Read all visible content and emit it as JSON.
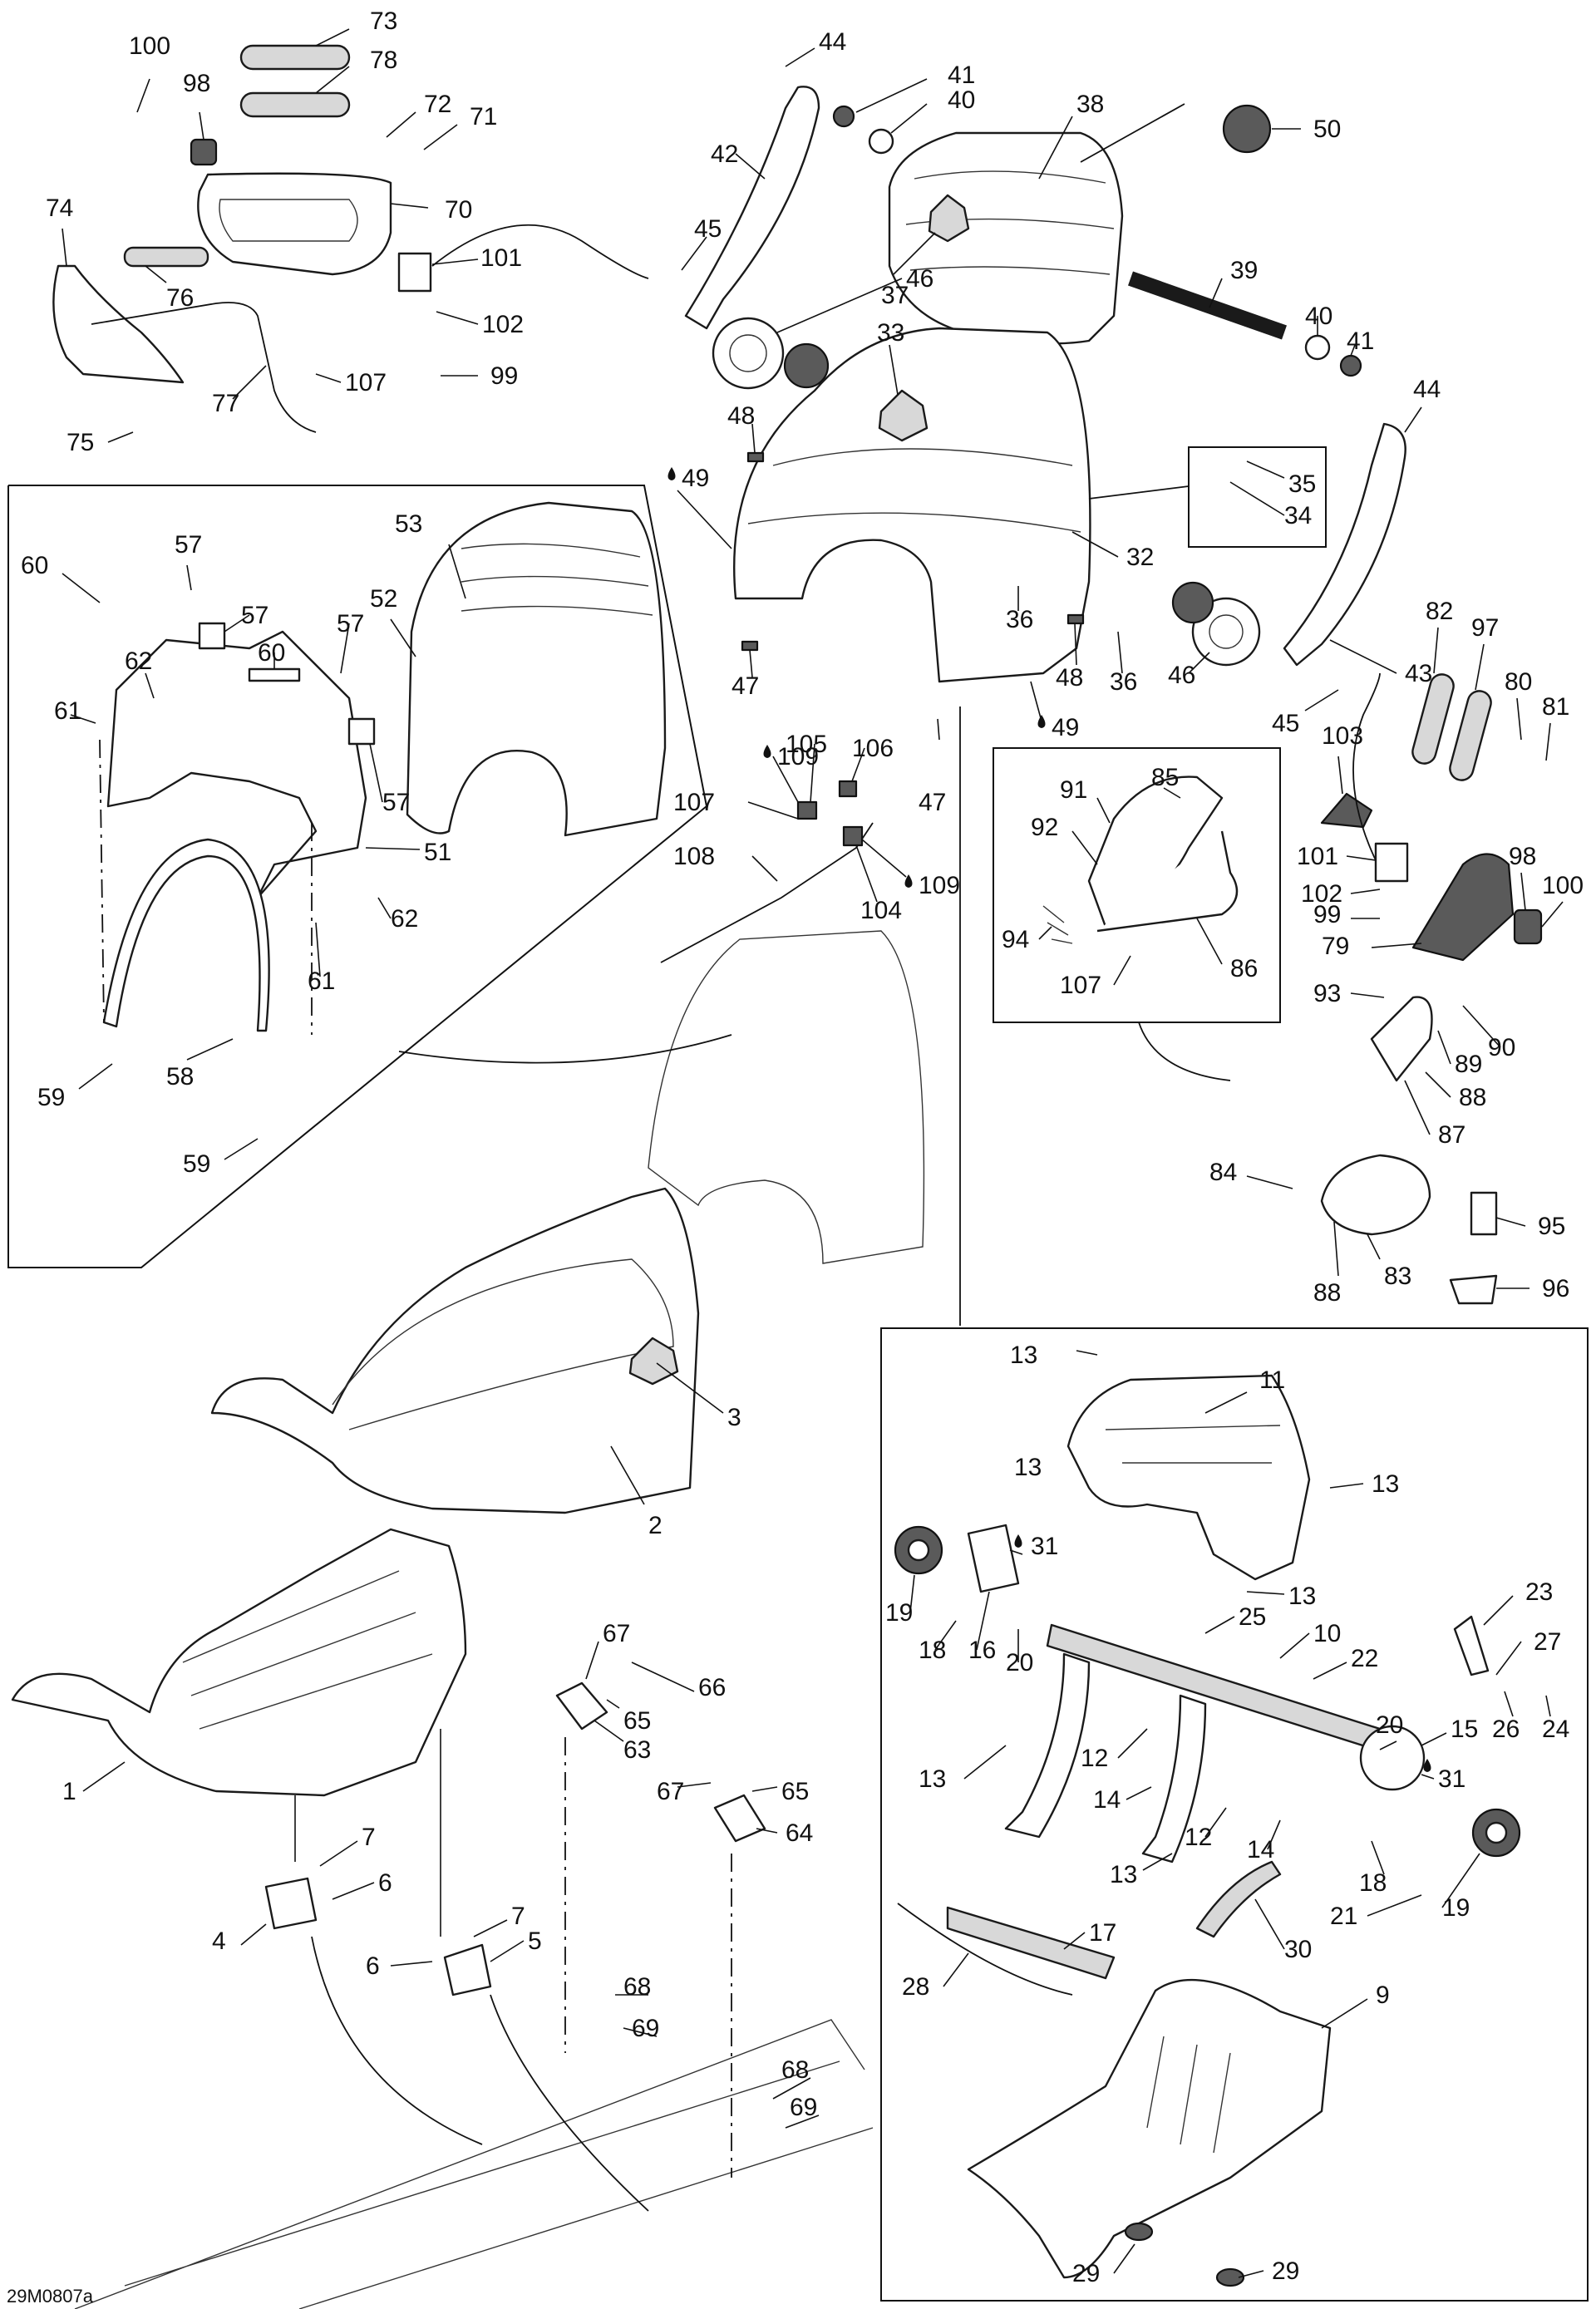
{
  "figure_id": "29M0807a",
  "part_number_labels": [
    "1",
    "2",
    "3",
    "4",
    "5",
    "6",
    "7",
    "9",
    "10",
    "11",
    "12",
    "13",
    "14",
    "15",
    "16",
    "17",
    "18",
    "19",
    "20",
    "21",
    "22",
    "23",
    "24",
    "25",
    "26",
    "27",
    "28",
    "29",
    "30",
    "31",
    "32",
    "33",
    "34",
    "35",
    "36",
    "37",
    "38",
    "39",
    "40",
    "41",
    "42",
    "43",
    "44",
    "45",
    "46",
    "47",
    "48",
    "49",
    "50",
    "51",
    "52",
    "53",
    "57",
    "58",
    "59",
    "60",
    "61",
    "62",
    "63",
    "64",
    "65",
    "66",
    "67",
    "68",
    "69",
    "70",
    "71",
    "72",
    "73",
    "74",
    "75",
    "76",
    "77",
    "78",
    "79",
    "80",
    "81",
    "82",
    "83",
    "84",
    "85",
    "86",
    "87",
    "88",
    "89",
    "90",
    "91",
    "92",
    "93",
    "94",
    "95",
    "96",
    "97",
    "98",
    "99",
    "100",
    "101",
    "102",
    "103",
    "104",
    "105",
    "106",
    "107",
    "108",
    "109"
  ]
}
